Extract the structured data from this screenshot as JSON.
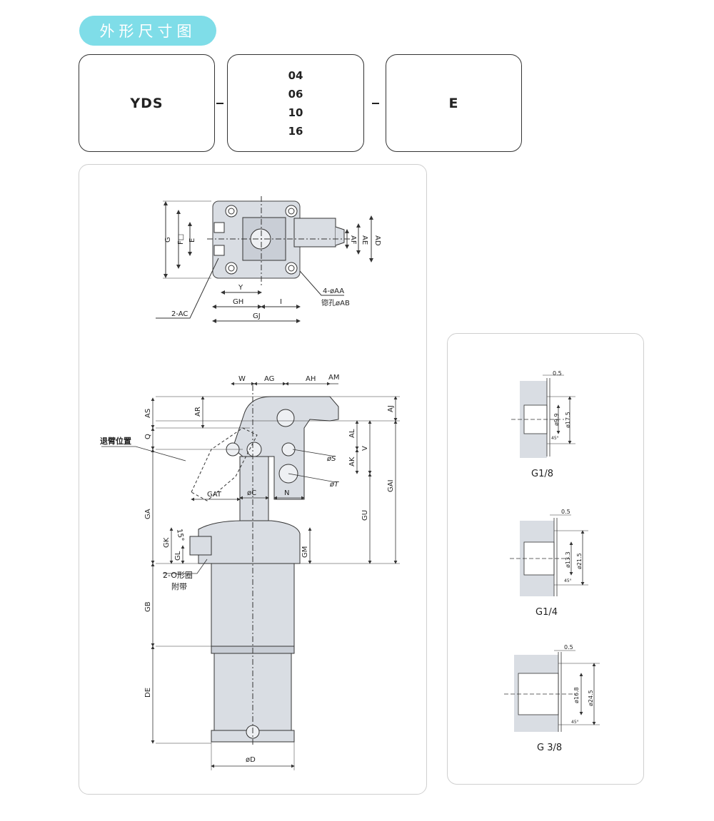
{
  "header": {
    "title": "外形尺寸图"
  },
  "model_code": {
    "series": "YDS",
    "sizes": [
      "04",
      "06",
      "10",
      "16"
    ],
    "option": "E",
    "separator": "-"
  },
  "top_view": {
    "dims": {
      "g": "G",
      "f": "F□",
      "e": "E",
      "af": "AF",
      "ae": "AE",
      "ad": "AD",
      "y": "Y",
      "gh": "GH",
      "i": "I",
      "gj": "GJ",
      "ac": "2-AC",
      "aa": "4-øAA",
      "ab": "锪孔øAB"
    }
  },
  "side_view": {
    "dims": {
      "w": "W",
      "ag": "AG",
      "ah": "AH",
      "am": "AM",
      "as": "AS",
      "ar": "AR",
      "aj": "AJ",
      "q": "Q",
      "al": "AL",
      "v": "V",
      "ak": "AK",
      "s": "øS",
      "t": "øT",
      "c": "øC",
      "n": "N",
      "gat": "GAT",
      "ga": "GA",
      "gk": "GK",
      "gl": "GL",
      "gm": "GM",
      "gu": "GU",
      "gai": "GAI",
      "gb": "GB",
      "de": "DE",
      "d": "øD",
      "angle": "15°"
    },
    "retract_label": "退臂位置",
    "oring_label": "2-O形圈",
    "oring_label2": "附带"
  },
  "ports": [
    {
      "name": "G1/8",
      "d1": "ø9.9",
      "d2": "ø17.5",
      "gap": "0.5",
      "chamfer": "45°"
    },
    {
      "name": "G1/4",
      "d1": "ø13.3",
      "d2": "ø21.5",
      "gap": "0.5",
      "chamfer": "45°"
    },
    {
      "name": "G 3/8",
      "d1": "ø16.8",
      "d2": "ø24.5",
      "gap": "0.5",
      "chamfer": "45°"
    }
  ]
}
